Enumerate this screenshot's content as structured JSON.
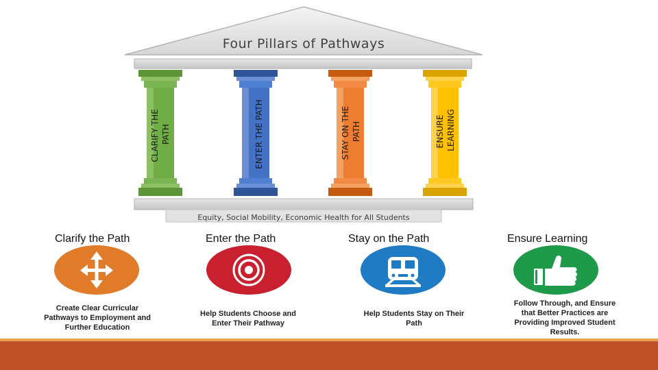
{
  "temple": {
    "title": "Four Pillars of Pathways",
    "pillars": [
      {
        "label_line1": "CLARIFY THE",
        "label_line2": "PATH",
        "color": "#70ad47"
      },
      {
        "label_line1": "ENTER THE PATH",
        "label_line2": "",
        "color": "#4472c4"
      },
      {
        "label_line1": "STAY ON THE",
        "label_line2": "PATH",
        "color": "#ed7d31"
      },
      {
        "label_line1": "ENSURE",
        "label_line2": "LEARNING",
        "color": "#ffc000"
      }
    ],
    "base_caption": "Equity, Social Mobility, Economic Health for All Students"
  },
  "columns": [
    {
      "title": "Clarify the Path",
      "icon": "arrows-move-icon",
      "color": "#e07b2a",
      "description": [
        "Create Clear Curricular",
        "Pathways to Employment and",
        "Further Education"
      ]
    },
    {
      "title": "Enter the Path",
      "icon": "target-icon",
      "color": "#c8202f",
      "description": [
        "Help Students Choose and",
        "Enter Their Pathway"
      ]
    },
    {
      "title": "Stay on the Path",
      "icon": "train-icon",
      "color": "#1e7bc4",
      "description": [
        "Help Students Stay on Their",
        "Path"
      ]
    },
    {
      "title": "Ensure Learning",
      "icon": "thumbs-up-icon",
      "color": "#1e9a4a",
      "description": [
        "Follow Through, and Ensure",
        "that Better Practices are",
        "Providing Improved Student",
        "Results."
      ]
    }
  ],
  "colors": {
    "bottom_bar": "#c0522a",
    "bottom_line": "#e9a24d",
    "stone": "#c9c9c9"
  }
}
